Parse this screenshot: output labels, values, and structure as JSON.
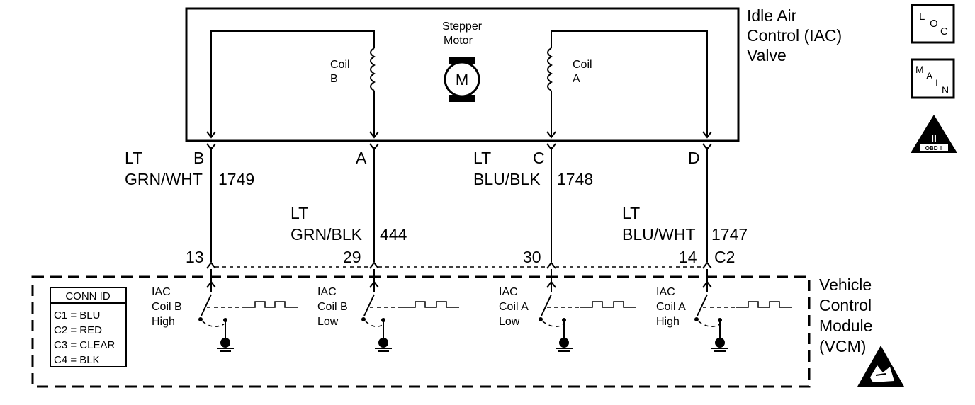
{
  "component": {
    "title_lines": [
      "Idle Air",
      "Control (IAC)",
      "Valve"
    ],
    "stepper_label": [
      "Stepper",
      "Motor"
    ],
    "motor_symbol": "M",
    "coil_b": [
      "Coil",
      "B"
    ],
    "coil_a": [
      "Coil",
      "A"
    ]
  },
  "wires": [
    {
      "pin": "B",
      "color_prefix": "LT",
      "color": "GRN/WHT",
      "circuit": "1749",
      "vcm_terminal": "13"
    },
    {
      "pin": "A",
      "color_prefix": "LT",
      "color": "GRN/BLK",
      "circuit": "444",
      "vcm_terminal": "29"
    },
    {
      "pin": "C",
      "color_prefix": "LT",
      "color": "BLU/BLK",
      "circuit": "1748",
      "vcm_terminal": "30"
    },
    {
      "pin": "D",
      "color_prefix": "LT",
      "color": "BLU/WHT",
      "circuit": "1747",
      "vcm_terminal": "14"
    }
  ],
  "vcm_connector": "C2",
  "vcm": {
    "title_lines": [
      "Vehicle",
      "Control",
      "Module",
      "(VCM)"
    ],
    "drivers": [
      [
        "IAC",
        "Coil B",
        "High"
      ],
      [
        "IAC",
        "Coil B",
        "Low"
      ],
      [
        "IAC",
        "Coil A",
        "Low"
      ],
      [
        "IAC",
        "Coil A",
        "High"
      ]
    ]
  },
  "conn_id": {
    "title": "CONN ID",
    "rows": [
      "C1 = BLU",
      "C2 = RED",
      "C3 = CLEAR",
      "C4 = BLK"
    ]
  },
  "icons": {
    "loc_icon": {
      "letters": [
        "L",
        "O",
        "C"
      ]
    },
    "main_icon": {
      "letters": [
        "M",
        "A",
        "I",
        "N"
      ]
    },
    "obd_icon": {
      "roman": "II",
      "label": "OBD II"
    },
    "esd_icon": {
      "name": "esd-warning-icon"
    }
  }
}
